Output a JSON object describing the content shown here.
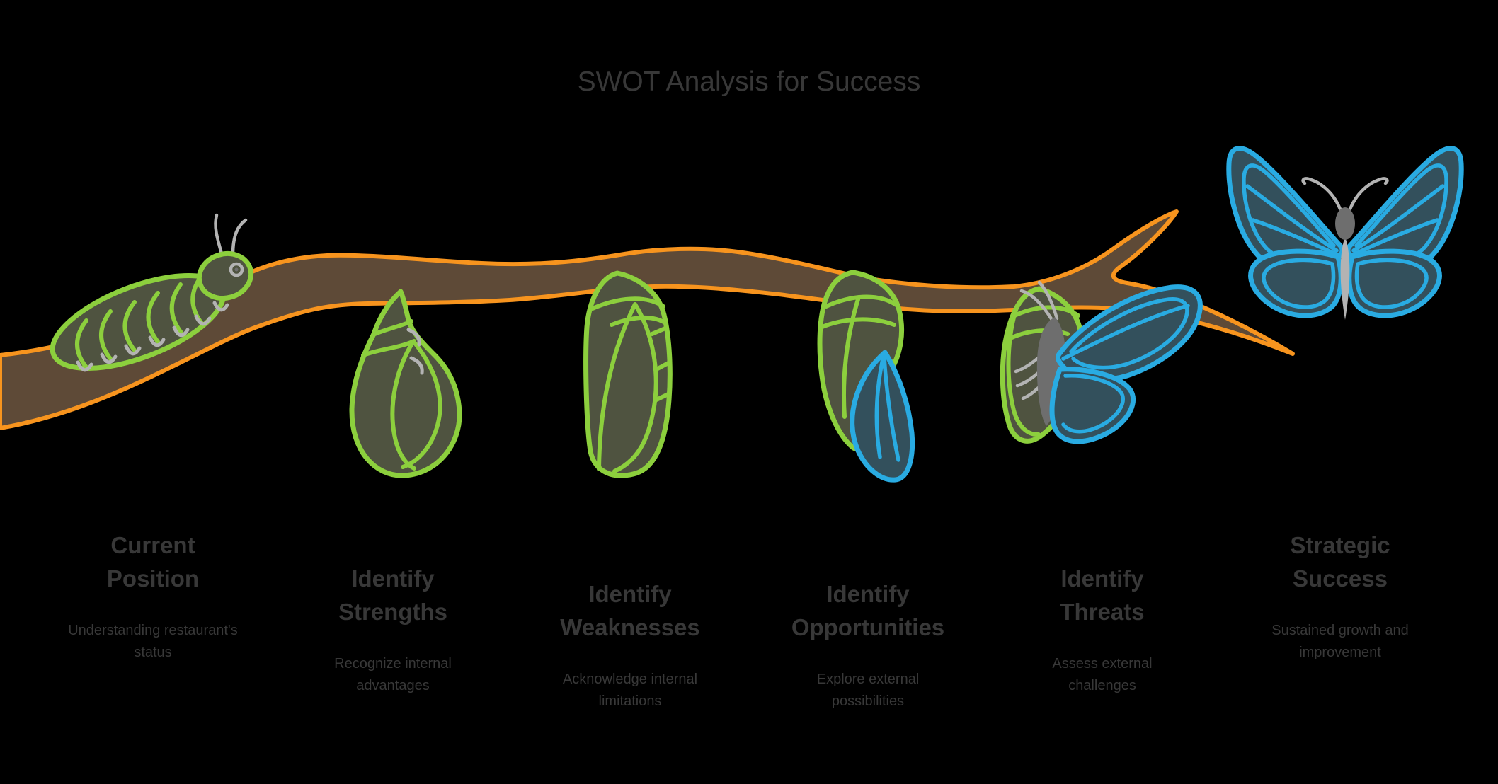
{
  "title": "SWOT Analysis for Success",
  "colors": {
    "background": "#000000",
    "text": "#383838",
    "branch_fill": "#5e4a37",
    "branch_outline": "#f7941e",
    "insect_body_fill": "#4f5340",
    "insect_outline_green": "#8ccf3d",
    "butterfly_outline_blue": "#29abe2",
    "butterfly_wing_fill": "#33505c",
    "gray_light": "#b3b3b3",
    "gray_dark": "#6e6e6e"
  },
  "stages": [
    {
      "id": "current-position",
      "icon": "caterpillar-icon",
      "title": "Current\nPosition",
      "subtitle": "Understanding restaurant's\nstatus"
    },
    {
      "id": "identify-strengths",
      "icon": "curled-caterpillar-icon",
      "title": "Identify\nStrengths",
      "subtitle": "Recognize internal\nadvantages"
    },
    {
      "id": "identify-weaknesses",
      "icon": "chrysalis-icon",
      "title": "Identify\nWeaknesses",
      "subtitle": "Acknowledge internal\nlimitations"
    },
    {
      "id": "identify-opportunities",
      "icon": "chrysalis-wing-icon",
      "title": "Identify\nOpportunities",
      "subtitle": "Explore external\npossibilities"
    },
    {
      "id": "identify-threats",
      "icon": "emerging-butterfly-icon",
      "title": "Identify\nThreats",
      "subtitle": "Assess external\nchallenges"
    },
    {
      "id": "strategic-success",
      "icon": "butterfly-icon",
      "title": "Strategic\nSuccess",
      "subtitle": "Sustained growth and\nimprovement"
    }
  ]
}
